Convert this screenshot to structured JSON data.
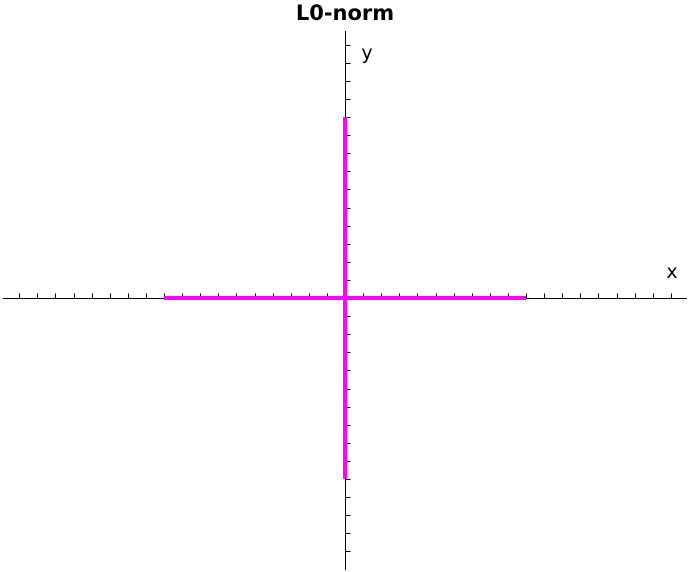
{
  "chart_data": {
    "type": "line",
    "title": "L0-norm",
    "xlabel": "x",
    "ylabel": "y",
    "xlim": [
      -1.9,
      1.9
    ],
    "ylim": [
      -1.5,
      1.5
    ],
    "tick_step": 0.1,
    "grid": false,
    "axes_through_origin": true,
    "series": [
      {
        "color": "#ff00ff",
        "segments": [
          {
            "x": [
              -1,
              1
            ],
            "y": [
              0,
              0
            ]
          },
          {
            "x": [
              0,
              0
            ],
            "y": [
              -1,
              1
            ]
          }
        ]
      }
    ]
  }
}
